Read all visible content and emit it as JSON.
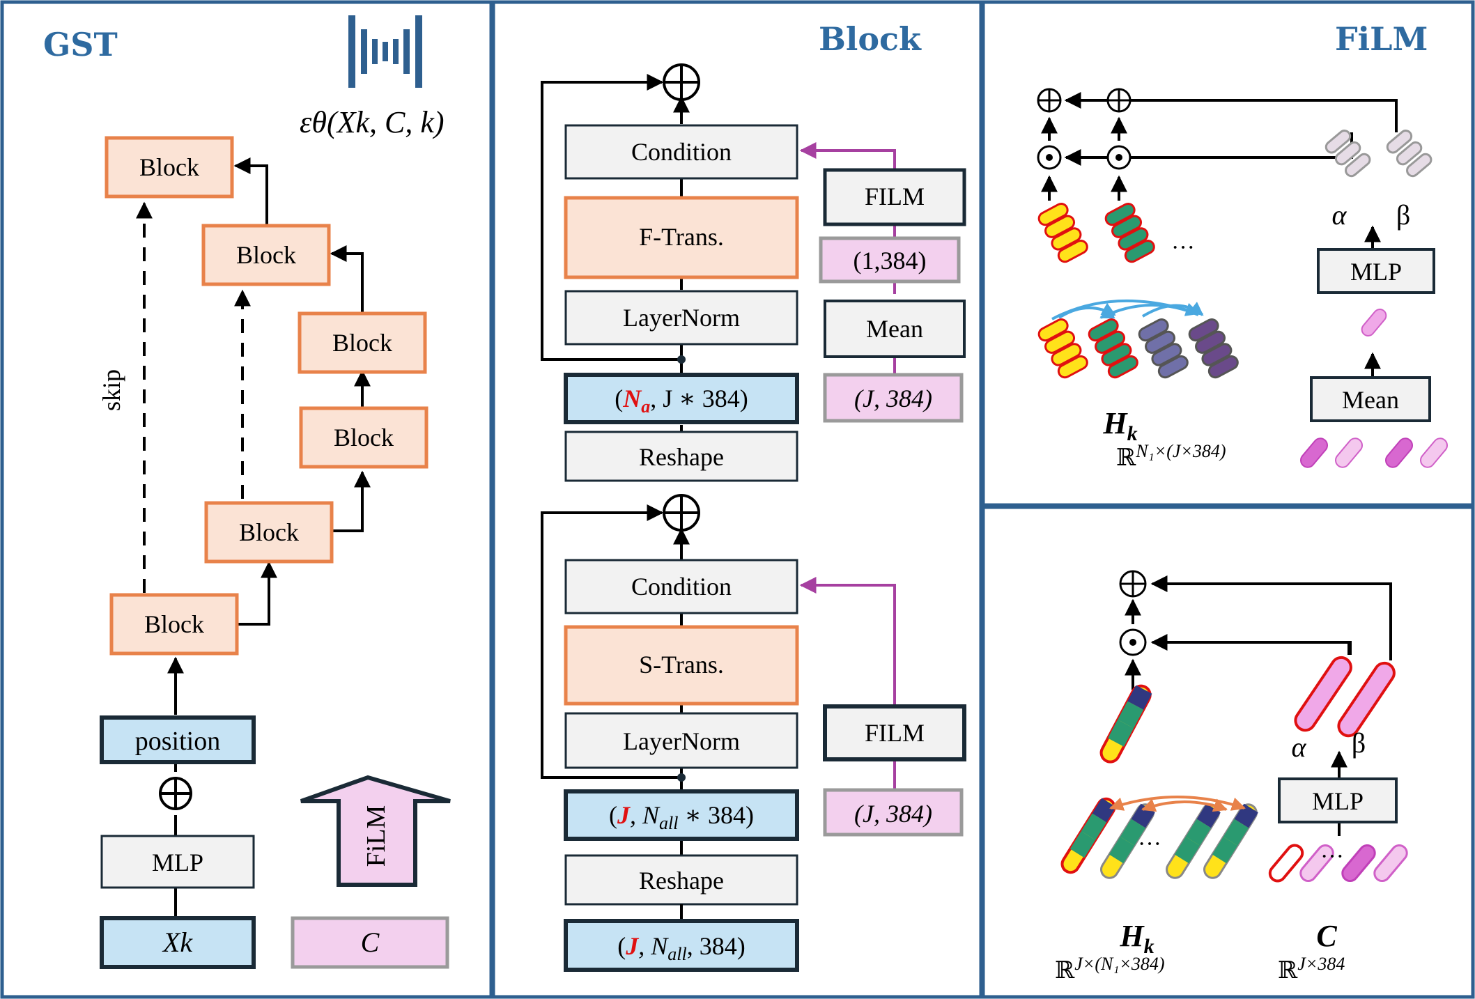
{
  "colors": {
    "panel_border": "#2e5f8f",
    "title": "#2e6aa0",
    "block_fill": "#fbe3d5",
    "block_stroke": "#e8824a",
    "blue_fill": "#c6e3f4",
    "dark_stroke": "#1a2a36",
    "gray_fill": "#f2f2f2",
    "pink_fill": "#f3d0ee",
    "pink_stroke": "#9a9a9a",
    "purple_line": "#a640a0",
    "red": "#e01010"
  },
  "gst": {
    "title": "GST",
    "eps_label": "εθ(Xk, C, k)",
    "blocks": [
      "Block",
      "Block",
      "Block",
      "Block",
      "Block",
      "Block"
    ],
    "skip_label": "skip",
    "position_label": "position",
    "mlp_label": "MLP",
    "xk_label": "Xk",
    "c_label": "C",
    "film_arrow_label": "FiLM"
  },
  "block": {
    "title": "Block",
    "upper": {
      "condition": "Condition",
      "trans": "F-Trans.",
      "layernorm": "LayerNorm",
      "shape": [
        "N",
        "a",
        ", J ∗ 384)"
      ],
      "reshape": "Reshape",
      "film": "FILM",
      "dim_a": "(1,384)",
      "mean": "Mean",
      "dim_b": "(J, 384)"
    },
    "lower": {
      "condition": "Condition",
      "trans": "S-Trans.",
      "layernorm": "LayerNorm",
      "shape": [
        "J",
        ", N",
        "all",
        " ∗ 384)"
      ],
      "reshape": "Reshape",
      "input": [
        "J",
        ", N",
        "all",
        ", 384)"
      ],
      "film": "FILM",
      "dim": "(J, 384)"
    }
  },
  "film_top": {
    "title": "FiLM",
    "ellipsis": "···",
    "alpha": "α",
    "beta": "β",
    "mlp": "MLP",
    "mean": "Mean",
    "h_label": "H",
    "h_sub": "k",
    "r_label": "ℝ",
    "r_sup": "N₁×(J×384)"
  },
  "film_bottom": {
    "ellipsis": "···",
    "alpha": "α",
    "beta": "β",
    "mlp": "MLP",
    "h_label": "H",
    "h_sub": "k",
    "r_label": "ℝ",
    "r_sup": "J×(N₁×384)",
    "c_label": "C",
    "c_r_label": "ℝ",
    "c_r_sup": "J×384"
  }
}
